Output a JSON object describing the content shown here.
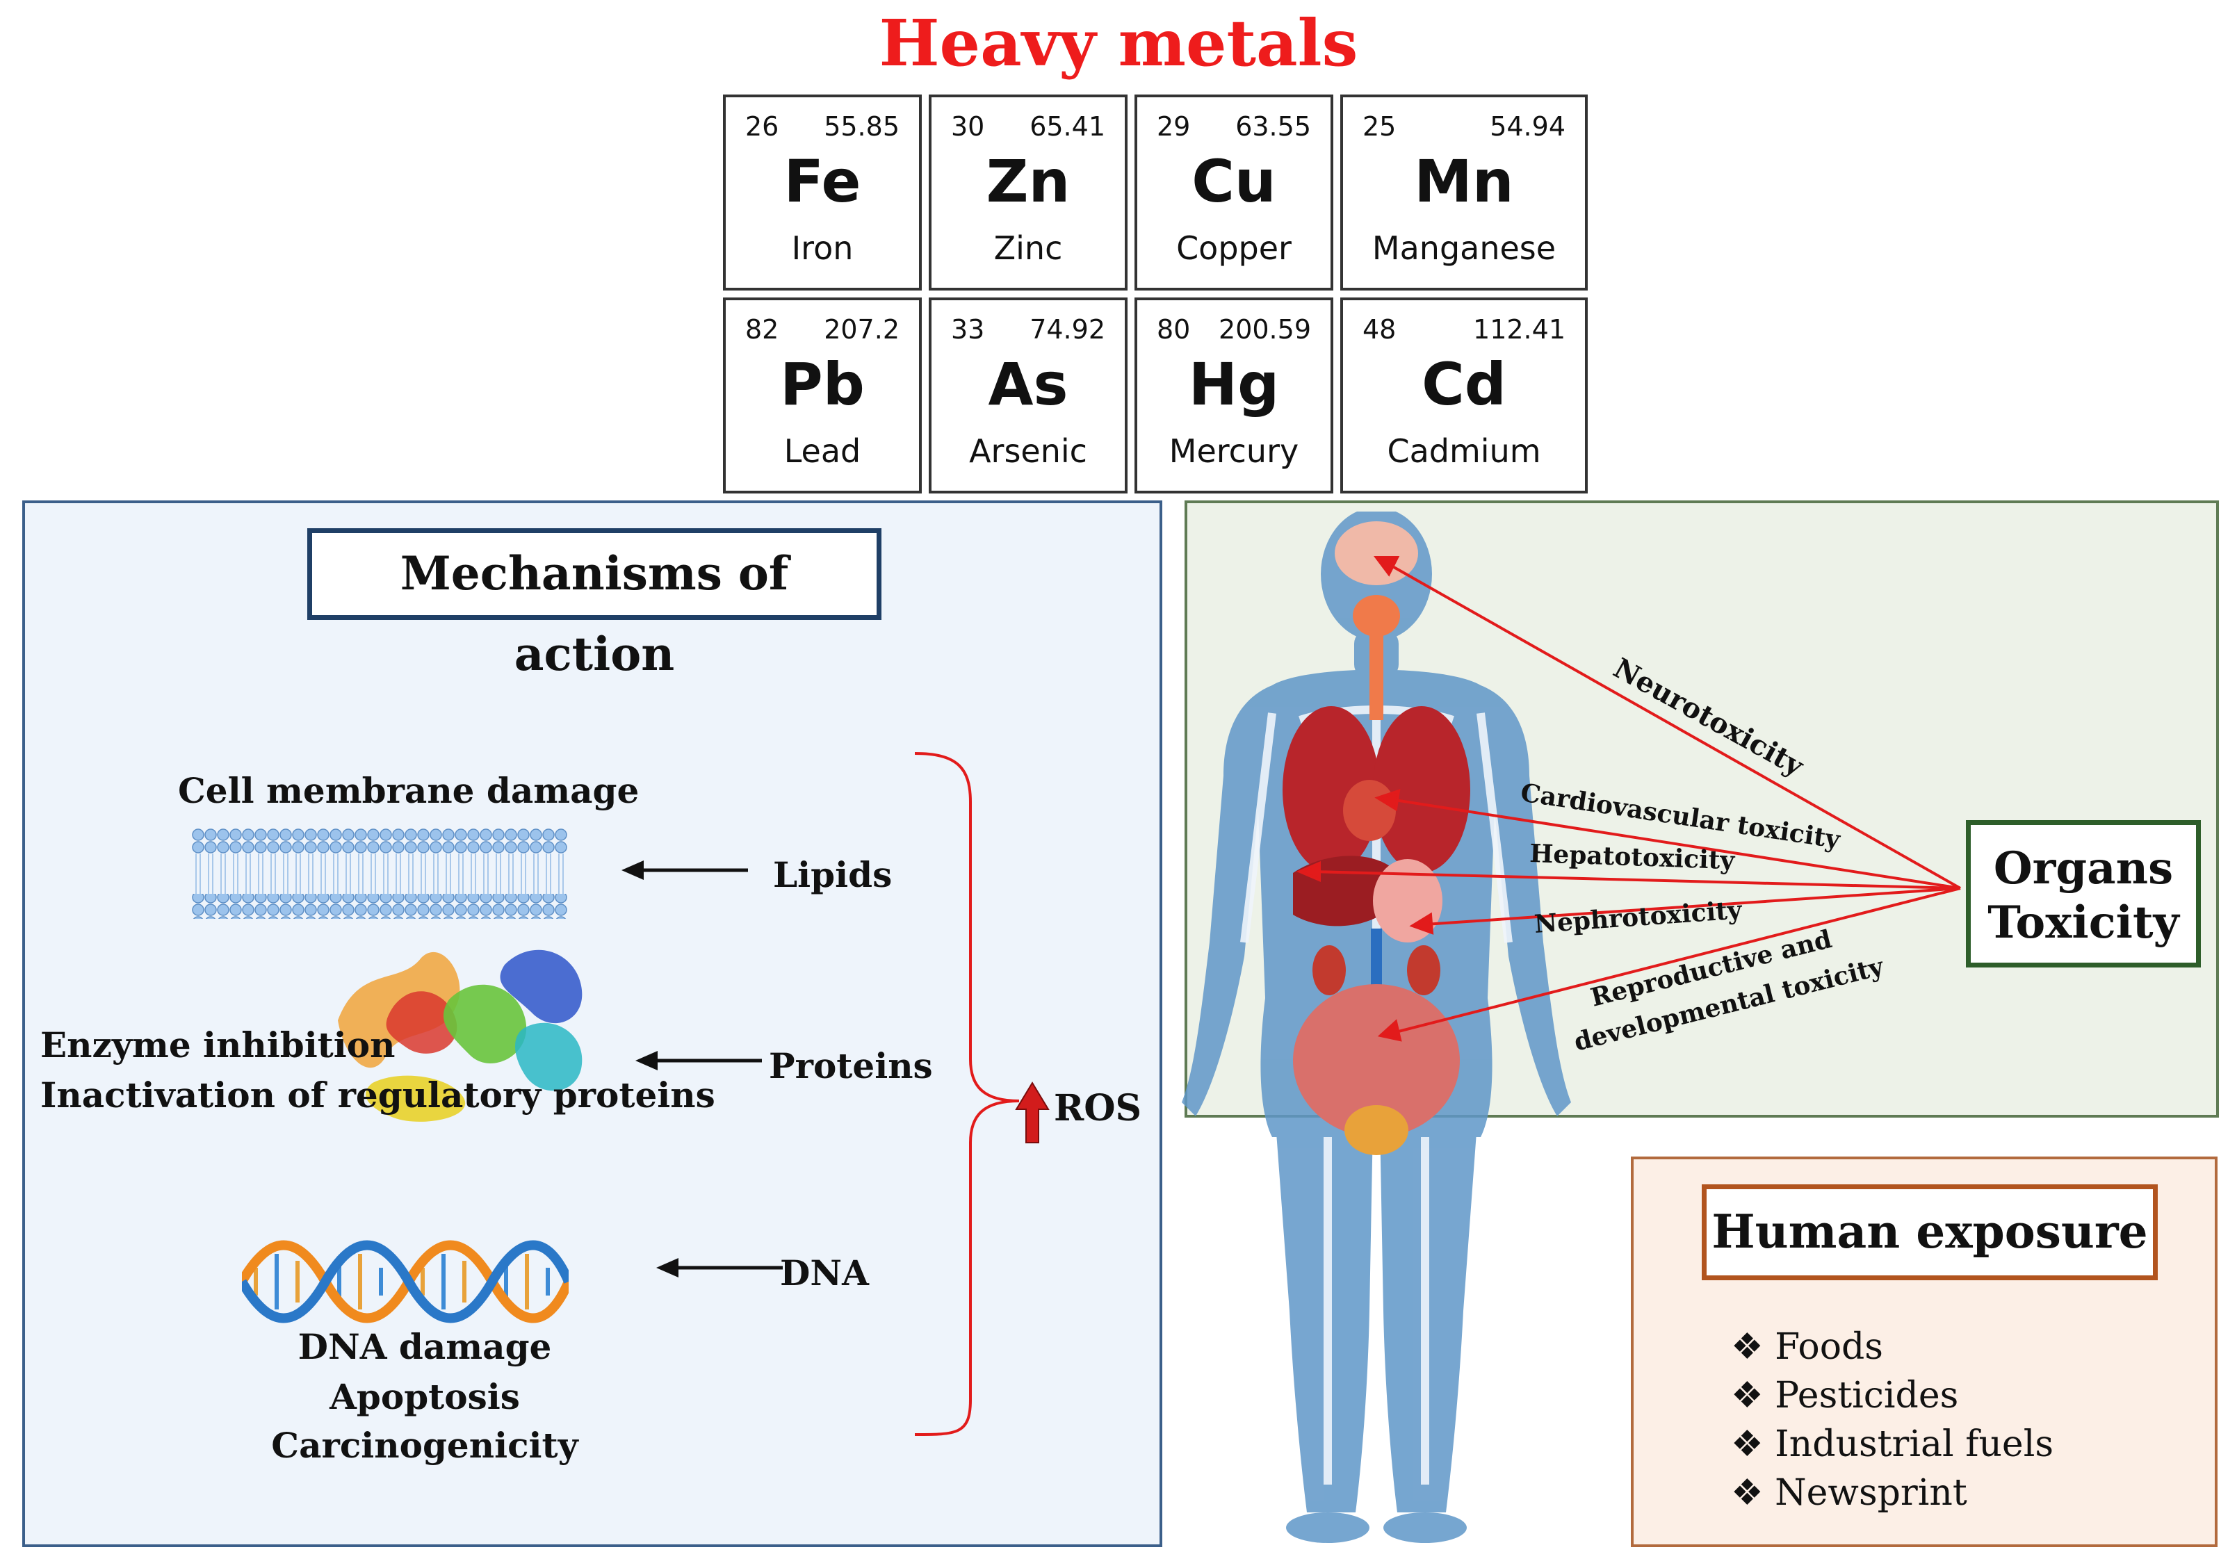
{
  "title": "Heavy metals",
  "elements": [
    {
      "number": "26",
      "mass": "55.85",
      "symbol": "Fe",
      "name": "Iron"
    },
    {
      "number": "30",
      "mass": "65.41",
      "symbol": "Zn",
      "name": "Zinc"
    },
    {
      "number": "29",
      "mass": "63.55",
      "symbol": "Cu",
      "name": "Copper"
    },
    {
      "number": "25",
      "mass": "54.94",
      "symbol": "Mn",
      "name": "Manganese"
    },
    {
      "number": "82",
      "mass": "207.2",
      "symbol": "Pb",
      "name": "Lead"
    },
    {
      "number": "33",
      "mass": "74.92",
      "symbol": "As",
      "name": "Arsenic"
    },
    {
      "number": "80",
      "mass": "200.59",
      "symbol": "Hg",
      "name": "Mercury"
    },
    {
      "number": "48",
      "mass": "112.41",
      "symbol": "Cd",
      "name": "Cadmium"
    }
  ],
  "mechanisms": {
    "heading": "Mechanisms  of action",
    "membrane_label": "Cell membrane  damage",
    "lipids": "Lipids",
    "proteins": "Proteins",
    "dna": "DNA",
    "enzyme_line1": "Enzyme  inhibition",
    "enzyme_line2": "Inactivation  of regulatory  proteins",
    "dna_effects": [
      "DNA damage",
      "Apoptosis",
      "Carcinogenicity"
    ],
    "ros": "ROS"
  },
  "organs": {
    "heading_line1": "Organs",
    "heading_line2": "Toxicity",
    "toxicities": [
      "Neurotoxicity",
      "Cardiovascular toxicity",
      "Hepatotoxicity",
      "Nephrotoxicity",
      "Reproductive and",
      "developmental  toxicity"
    ]
  },
  "exposure": {
    "heading": "Human  exposure",
    "sources": [
      "Foods",
      "Pesticides",
      "Industrial  fuels",
      "Newsprint"
    ]
  },
  "colors": {
    "title_red": "#ee1c1c",
    "arrow_red": "#e21b1b",
    "organs_border": "#2e5e2a",
    "mechanisms_border": "#1f3f66",
    "exposure_border": "#b2541e",
    "ros_arrow": "#d21c1c"
  }
}
